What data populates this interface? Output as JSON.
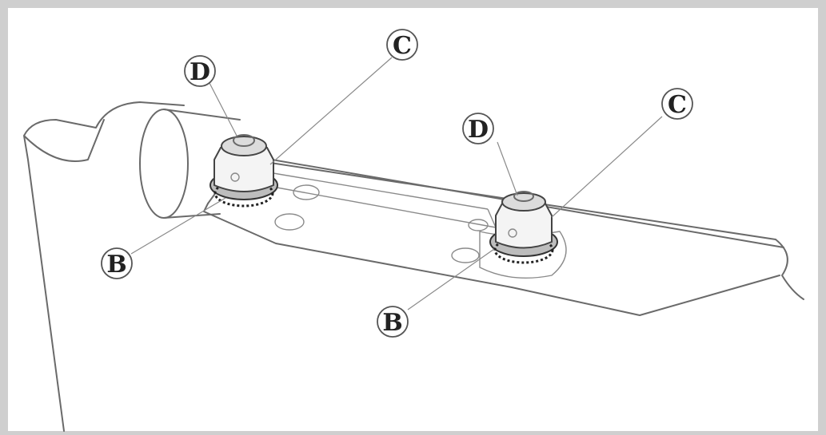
{
  "callouts": [
    {
      "id": "D1",
      "label": "D"
    },
    {
      "id": "C1",
      "label": "C"
    },
    {
      "id": "D2",
      "label": "D"
    },
    {
      "id": "C2",
      "label": "C"
    },
    {
      "id": "B1",
      "label": "B"
    },
    {
      "id": "B2",
      "label": "B"
    }
  ]
}
